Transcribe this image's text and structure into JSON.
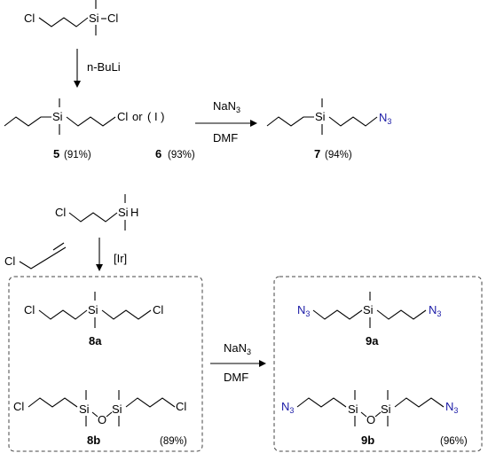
{
  "atoms": {
    "cl": "Cl",
    "si": "Si",
    "h": "H",
    "o": "O",
    "n3_main": "N",
    "n3_sub": "3"
  },
  "reagents": {
    "buli": "n-BuLi",
    "nan3_main": "NaN",
    "nan3_sub": "3",
    "dmf": "DMF",
    "ir": "[Ir]",
    "or_text": "or",
    "iodo": "( I )"
  },
  "compounds": {
    "c5": {
      "label": "5",
      "yield": "(91%)"
    },
    "c6": {
      "label": "6",
      "yield": "(93%)"
    },
    "c7": {
      "label": "7",
      "yield": "(94%)"
    },
    "c8a": {
      "label": "8a"
    },
    "c8b": {
      "label": "8b"
    },
    "c9a": {
      "label": "9a"
    },
    "c9b": {
      "label": "9b"
    },
    "box8_yield": "(89%)",
    "box9_yield": "(96%)"
  },
  "colors": {
    "azide": "#1a1aa6",
    "bond": "#000000",
    "box": "#444444"
  }
}
